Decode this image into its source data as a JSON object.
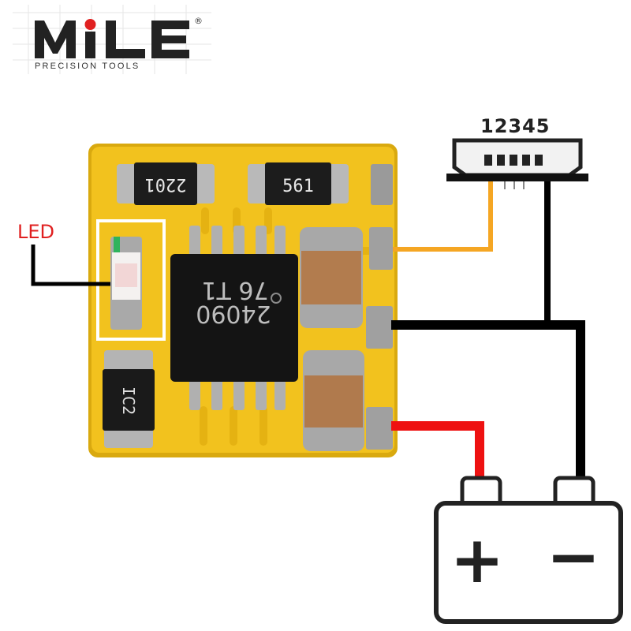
{
  "brand": {
    "name": "MiLE",
    "registered": "®",
    "tagline": "PRECISION   TOOLS"
  },
  "labels": {
    "usb_pins": "12345",
    "led": "LED"
  },
  "components": {
    "r1_marking": "2201",
    "r2_marking": "561",
    "ic_marking_line1": "24090",
    "ic_marking_line2": "76 T1",
    "diode_marking": "IC2"
  },
  "battery": {
    "plus": "+",
    "minus": "−"
  },
  "colors": {
    "pcb": "#f2c21e",
    "pcb_edge": "#d9a90f",
    "wire_positive": "#ee1111",
    "wire_usb": "#f5a623",
    "wire_ground": "#000000",
    "led_label": "#e02020"
  }
}
